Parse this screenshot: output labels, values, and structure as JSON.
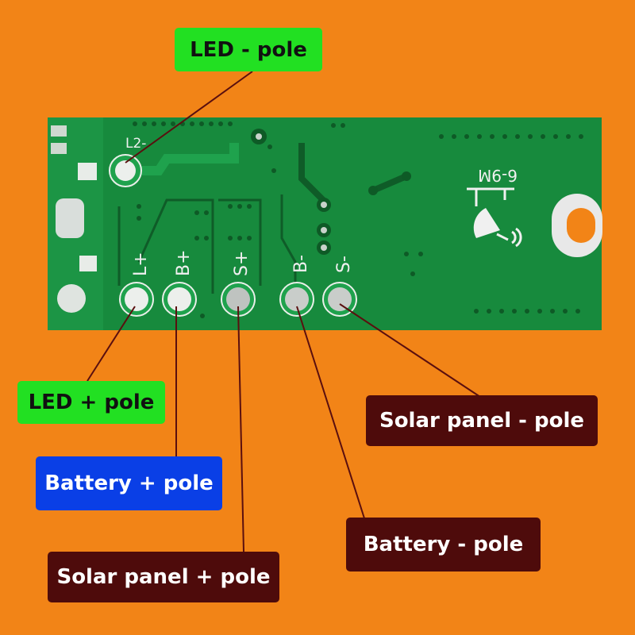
{
  "board": {
    "silkscreen": {
      "l2_minus": "L2-",
      "l_plus": "L+",
      "b_plus": "B+",
      "s_plus": "S+",
      "b_minus": "B-",
      "s_minus": "S-",
      "model": "6-9M"
    }
  },
  "callouts": {
    "led_minus": "LED - pole",
    "led_plus": "LED + pole",
    "battery_plus": "Battery + pole",
    "solar_plus": "Solar panel + pole",
    "battery_minus": "Battery - pole",
    "solar_minus": "Solar panel - pole"
  },
  "colors": {
    "background": "#F28417",
    "pcb": "#178A3D",
    "label_green": "#22E022",
    "label_blue": "#0A3FE6",
    "label_maroon": "#4E0B0B",
    "leader_line": "#5A0F0F"
  }
}
